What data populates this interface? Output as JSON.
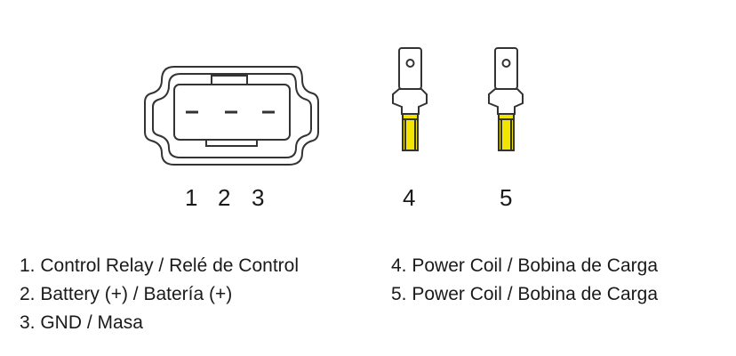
{
  "pin_numbers": [
    "1",
    "2",
    "3",
    "4",
    "5"
  ],
  "legend": [
    "1. Control Relay  / Relé de Control",
    "2. Battery  (+) / Batería (+)",
    "3. GND / Masa",
    "4. Power Coil / Bobina de Carga",
    "5. Power Coil / Bobina de Carga"
  ],
  "colors": {
    "outline": "#333333",
    "wire_yellow": "#f2e600",
    "background": "#ffffff"
  }
}
